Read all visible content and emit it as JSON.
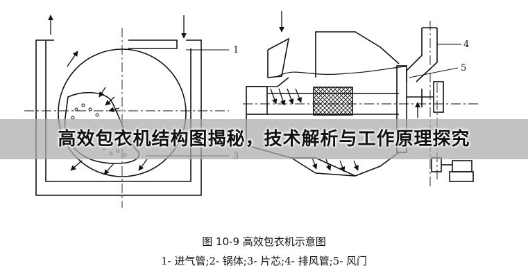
{
  "banner": {
    "title": "高效包衣机结构图揭秘，技术解析与工作原理探究"
  },
  "figure": {
    "title": "图 10-9    高效包衣机示意图",
    "legend": "1- 进气管;2- 锅体;3- 片芯;4- 排风管;5- 风门"
  },
  "callouts": {
    "n1": "1",
    "n3": "3",
    "n4": "4",
    "n5": "5"
  },
  "colors": {
    "line": "#111111",
    "banner": "#aaaaaa"
  }
}
